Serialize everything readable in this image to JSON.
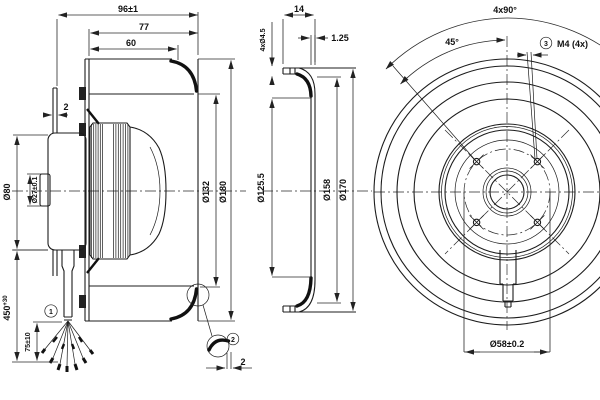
{
  "drawing": {
    "side_view": {
      "dim_total_depth": "96±1",
      "dim_depth_to_backplate": "77",
      "dim_impeller_depth": "60",
      "dim_plate_thickness": "2",
      "dim_motor_diameter": "Ø80",
      "dim_hub_diameter": "Ø27±0.1",
      "dim_inlet_diameter": "Ø132",
      "dim_outer_diameter": "Ø180",
      "dim_cable_length": {
        "value": "450",
        "tolerance": "+30"
      },
      "dim_lead_length": "75±10",
      "balloon_1": "1",
      "balloon_2": "2",
      "dim_lip_thickness": "2"
    },
    "section_view": {
      "dim_flange_width": "14",
      "dim_wall_thickness": "1.25",
      "dim_mounting_holes": "4xØ4.5",
      "dim_inlet_bore": "Ø125.5",
      "dim_bolt_circle": "Ø158",
      "dim_flange_outer": "Ø170"
    },
    "front_view": {
      "dim_hole_pattern": "4x90°",
      "dim_hole_angle": "45°",
      "balloon_3": "3",
      "thread_spec": "M4 (4x)",
      "dim_hub_bolt_circle": "Ø58±0.2"
    }
  }
}
